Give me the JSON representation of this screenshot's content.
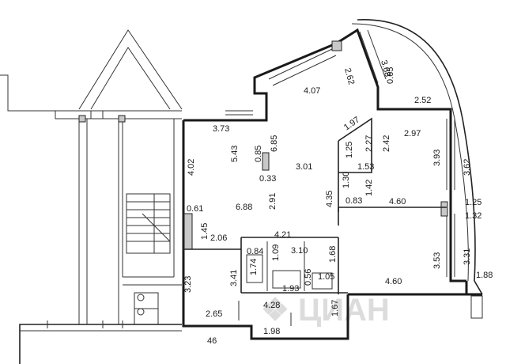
{
  "plan": {
    "dimensions": [
      "3.73",
      "4.02",
      "5.43",
      "0.85",
      "6.85",
      "0.33",
      "3.01",
      "2.91",
      "6.88",
      "0.61",
      "1.45",
      "2.06",
      "4.07",
      "2.62",
      "3.68",
      "0.65",
      "2.52",
      "1.97",
      "1.25",
      "2.27",
      "2.42",
      "2.97",
      "1.53",
      "3.93",
      "3.62",
      "1.30",
      "1.42",
      "0.83",
      "4.35",
      "4.60",
      "1.25",
      "1.32",
      "4.21",
      "0.84",
      "1.09",
      "3.10",
      "1.68",
      "1.74",
      "3.41",
      "3.23",
      "0.56",
      "1.05",
      "1.93",
      "4.60",
      "3.53",
      "3.31",
      "1.88",
      "4.28",
      "1.67",
      "2.65",
      "1.98",
      "46"
    ]
  }
}
